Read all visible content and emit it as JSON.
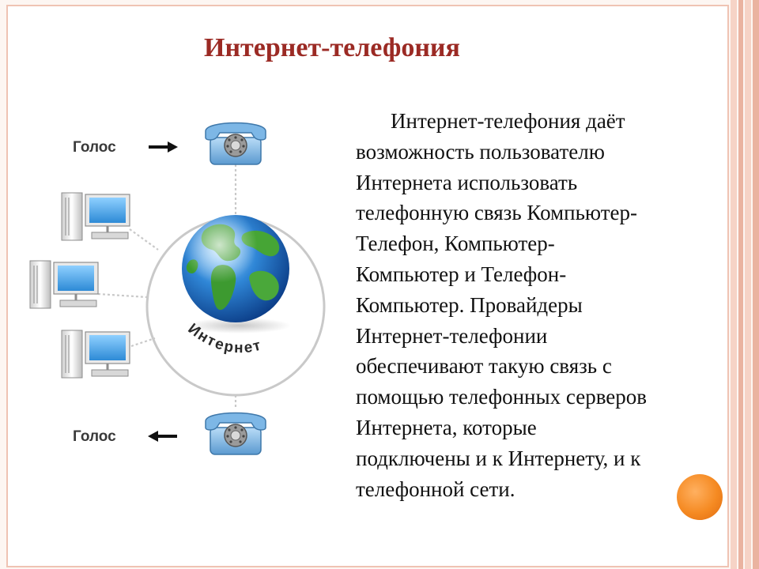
{
  "slide": {
    "title": "Интернет-телефония",
    "body_lines": [
      "Интернет-телефония даёт",
      "возможность пользователю",
      "Интернета использовать",
      "телефонную связь Компьютер-",
      "Телефон, Компьютер-",
      "Компьютер и Телефон-",
      "Компьютер. Провайдеры",
      "Интернет-телефонии",
      "обеспечивают такую связь  с",
      "помощью телефонных серверов",
      "Интернета, которые",
      "подключены и к Интернету, и к",
      "телефонной сети."
    ]
  },
  "diagram": {
    "voice_in_label": "Голос",
    "voice_out_label": "Голос",
    "internet_label": "Интернет"
  },
  "colors": {
    "title": "#9b2a24",
    "frame_border": "#efc3b3",
    "stripe_light": "#f6d3c6",
    "stripe_dark": "#eab3a0",
    "accent_orange": "#f58a22",
    "phone_blue": "#6aa8d8",
    "screen_blue": "#4fa3e0"
  }
}
